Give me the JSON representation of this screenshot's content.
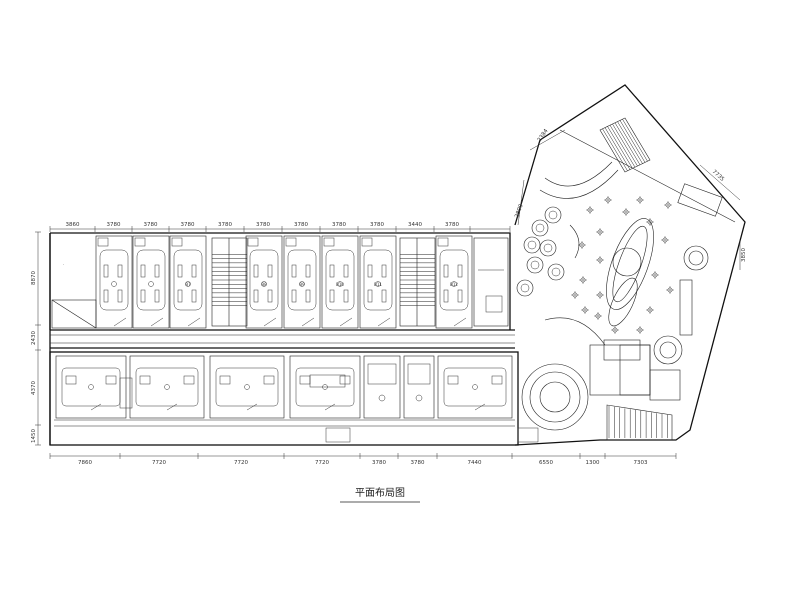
{
  "drawing": {
    "title": "平面布局图",
    "ink": "#111111",
    "paper": "#ffffff",
    "top_dims": [
      "3860",
      "3780",
      "3780",
      "3780",
      "3780",
      "3780",
      "3780",
      "3780",
      "3780",
      "3440",
      "3780"
    ],
    "bottom_dims": [
      "7860",
      "7720",
      "7720",
      "7720",
      "3780",
      "3780",
      "7440",
      "6550",
      "1300",
      "7303"
    ],
    "left_dims": [
      "8870",
      "2430",
      "4370",
      "1450"
    ],
    "angled_dims": [
      "2384",
      "2800",
      "7735"
    ],
    "right_dim": "3850",
    "room_codes": [
      "B7",
      "B8",
      "B9",
      "B10",
      "B11",
      "B12",
      "B13",
      "B14"
    ]
  }
}
